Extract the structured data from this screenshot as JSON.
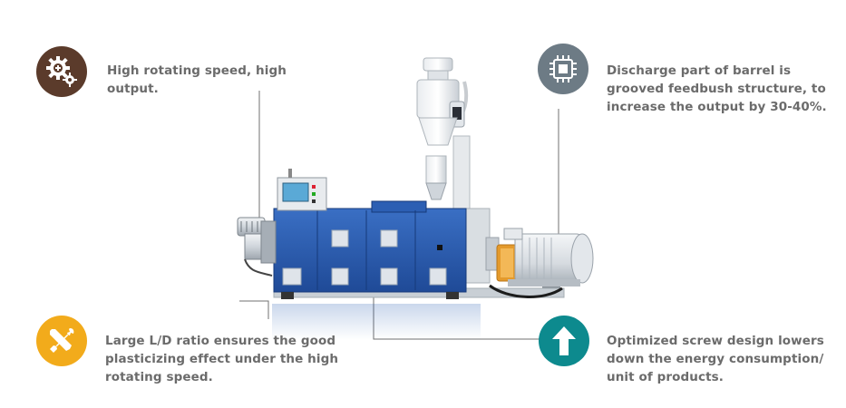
{
  "features": [
    {
      "id": "speed",
      "icon": "gears-icon",
      "color": "#5b3b2b",
      "lines": [
        "High rotating speed, high",
        "output."
      ]
    },
    {
      "id": "barrel",
      "icon": "chip-icon",
      "color": "#6d7b85",
      "lines": [
        "Discharge part of barrel is",
        "grooved feedbush structure, to",
        "increase the output by 30-40%."
      ]
    },
    {
      "id": "ratio",
      "icon": "tools-icon",
      "color": "#f2ab1b",
      "lines": [
        "Large L/D ratio ensures the good",
        "plasticizing effect under the high",
        "rotating speed."
      ]
    },
    {
      "id": "screw",
      "icon": "arrow-up-icon",
      "color": "#0d8a8e",
      "lines": [
        "Optimized screw design lowers",
        "down the energy consumption/",
        "unit of products."
      ]
    }
  ],
  "colors": {
    "machine_blue": "#2c5fb3",
    "machine_blue_dark": "#1e4690",
    "motor_orange": "#e49a2c",
    "line_gray": "#707070"
  }
}
